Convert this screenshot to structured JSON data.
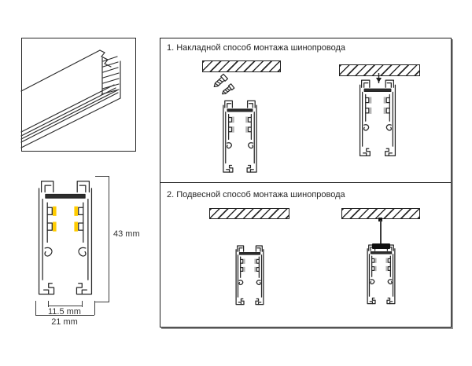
{
  "panel": {
    "sections": [
      {
        "title": "1. Накладной способ монтажа шинопровода"
      },
      {
        "title": "2. Подвесной способ монтажа шинопровода"
      }
    ]
  },
  "detail": {
    "height_label": "43 mm",
    "inner_width_label": "11.5 mm",
    "outer_width_label": "21 mm"
  },
  "colors": {
    "line": "#262626",
    "contact_yellow": "#FFCC00",
    "contact_gray": "#b5b5b5",
    "panel_shadow": "#8f8f8f"
  }
}
